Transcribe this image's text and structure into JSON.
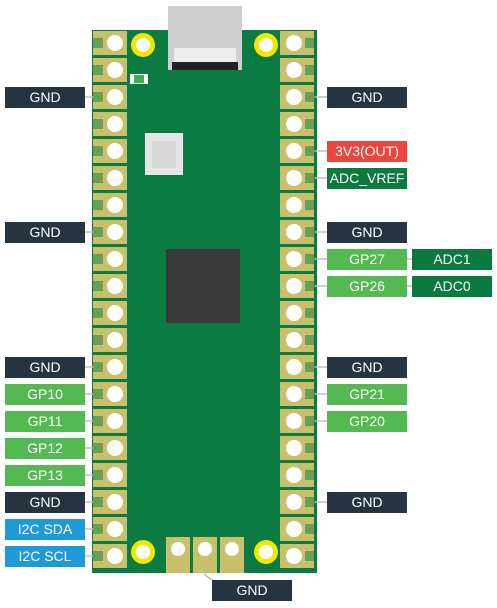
{
  "colors": {
    "board": "#0b7a43",
    "pad": "#c8c06a",
    "pad_hole": "#ffffff",
    "chip": "#3a3a3a",
    "led": "#d9d9d9",
    "usb": "#cfcfcf",
    "mount": "#f1e800",
    "gnd": "#263341",
    "gpio": "#54b952",
    "power": "#e8463f",
    "adc_vref": "#0a7a3e",
    "i2c": "#1f9ad6"
  },
  "labels": {
    "left": {
      "gnd_1": "GND",
      "gnd_2": "GND",
      "gnd_3": "GND",
      "gp10": "GP10",
      "gp11": "GP11",
      "gp12": "GP12",
      "gp13": "GP13",
      "gnd_4": "GND",
      "i2c_sda": "I2C SDA",
      "i2c_scl": "I2C SCL"
    },
    "right": {
      "gnd_1": "GND",
      "v3v3_out": "3V3(OUT)",
      "adc_vref": "ADC_VREF",
      "gnd_2": "GND",
      "gp27": "GP27",
      "adc1": "ADC1",
      "gp26": "GP26",
      "adc0": "ADC0",
      "gnd_3": "GND",
      "gp21": "GP21",
      "gp20": "GP20",
      "gnd_4": "GND"
    },
    "bottom": {
      "gnd": "GND"
    }
  }
}
